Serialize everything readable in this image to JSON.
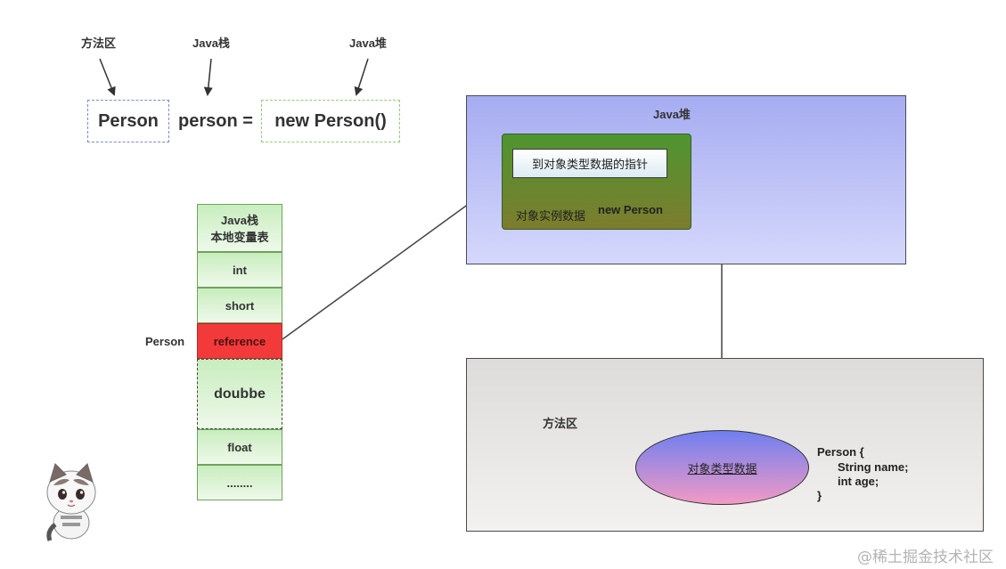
{
  "annotations": {
    "method_area": "方法区",
    "java_stack": "Java栈",
    "java_heap": "Java堆"
  },
  "code": {
    "type": "Person",
    "variable": "person =",
    "expression": "new Person()"
  },
  "stack": {
    "header_line1": "Java栈",
    "header_line2": "本地变量表",
    "cells": [
      "int",
      "short",
      "reference",
      "doubbe",
      "float",
      "........"
    ],
    "reference_label": "Person"
  },
  "heap": {
    "title": "Java堆",
    "pointer_label": "到对象类型数据的指针",
    "instance_label": "对象实例数据",
    "instance_name": "new Person"
  },
  "method_area": {
    "title": "方法区",
    "type_data_label": "对象类型数据",
    "class_def": [
      "Person {",
      "String name;",
      "int age;",
      "}"
    ]
  },
  "watermark": "@稀土掘金技术社区",
  "colors": {
    "method_box_border": "#7b8bd0",
    "heap_box_border": "#8fd36b",
    "reference_cell": "#f23a3a"
  }
}
